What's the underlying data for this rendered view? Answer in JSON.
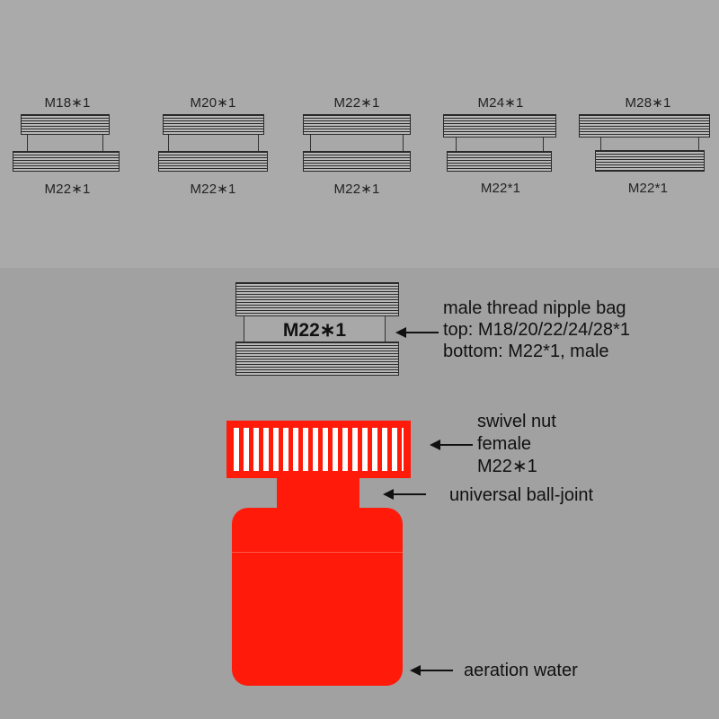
{
  "fittings": [
    {
      "top_label": "M18∗1",
      "bottom_label": "M22∗1"
    },
    {
      "top_label": "M20∗1",
      "bottom_label": "M22∗1"
    },
    {
      "top_label": "M22∗1",
      "bottom_label": "M22∗1"
    },
    {
      "top_label": "M24∗1",
      "bottom_label": "M22*1"
    },
    {
      "top_label": "M28∗1",
      "bottom_label": "M22*1"
    }
  ],
  "detail": {
    "neck_label": "M22∗1",
    "nipple_title": "male thread nipple bag",
    "nipple_top": "top: M18/20/22/24/28*1",
    "nipple_bottom": "bottom: M22*1, male"
  },
  "nut": {
    "line1": "swivel nut",
    "line2": "female",
    "line3": "M22∗1"
  },
  "joint_label": "universal ball-joint",
  "aerator_label": "aeration water",
  "colors": {
    "part_red": "#ff1a0a",
    "top_background": "#aaaaaa",
    "bottom_background": "#a1a1a1"
  }
}
